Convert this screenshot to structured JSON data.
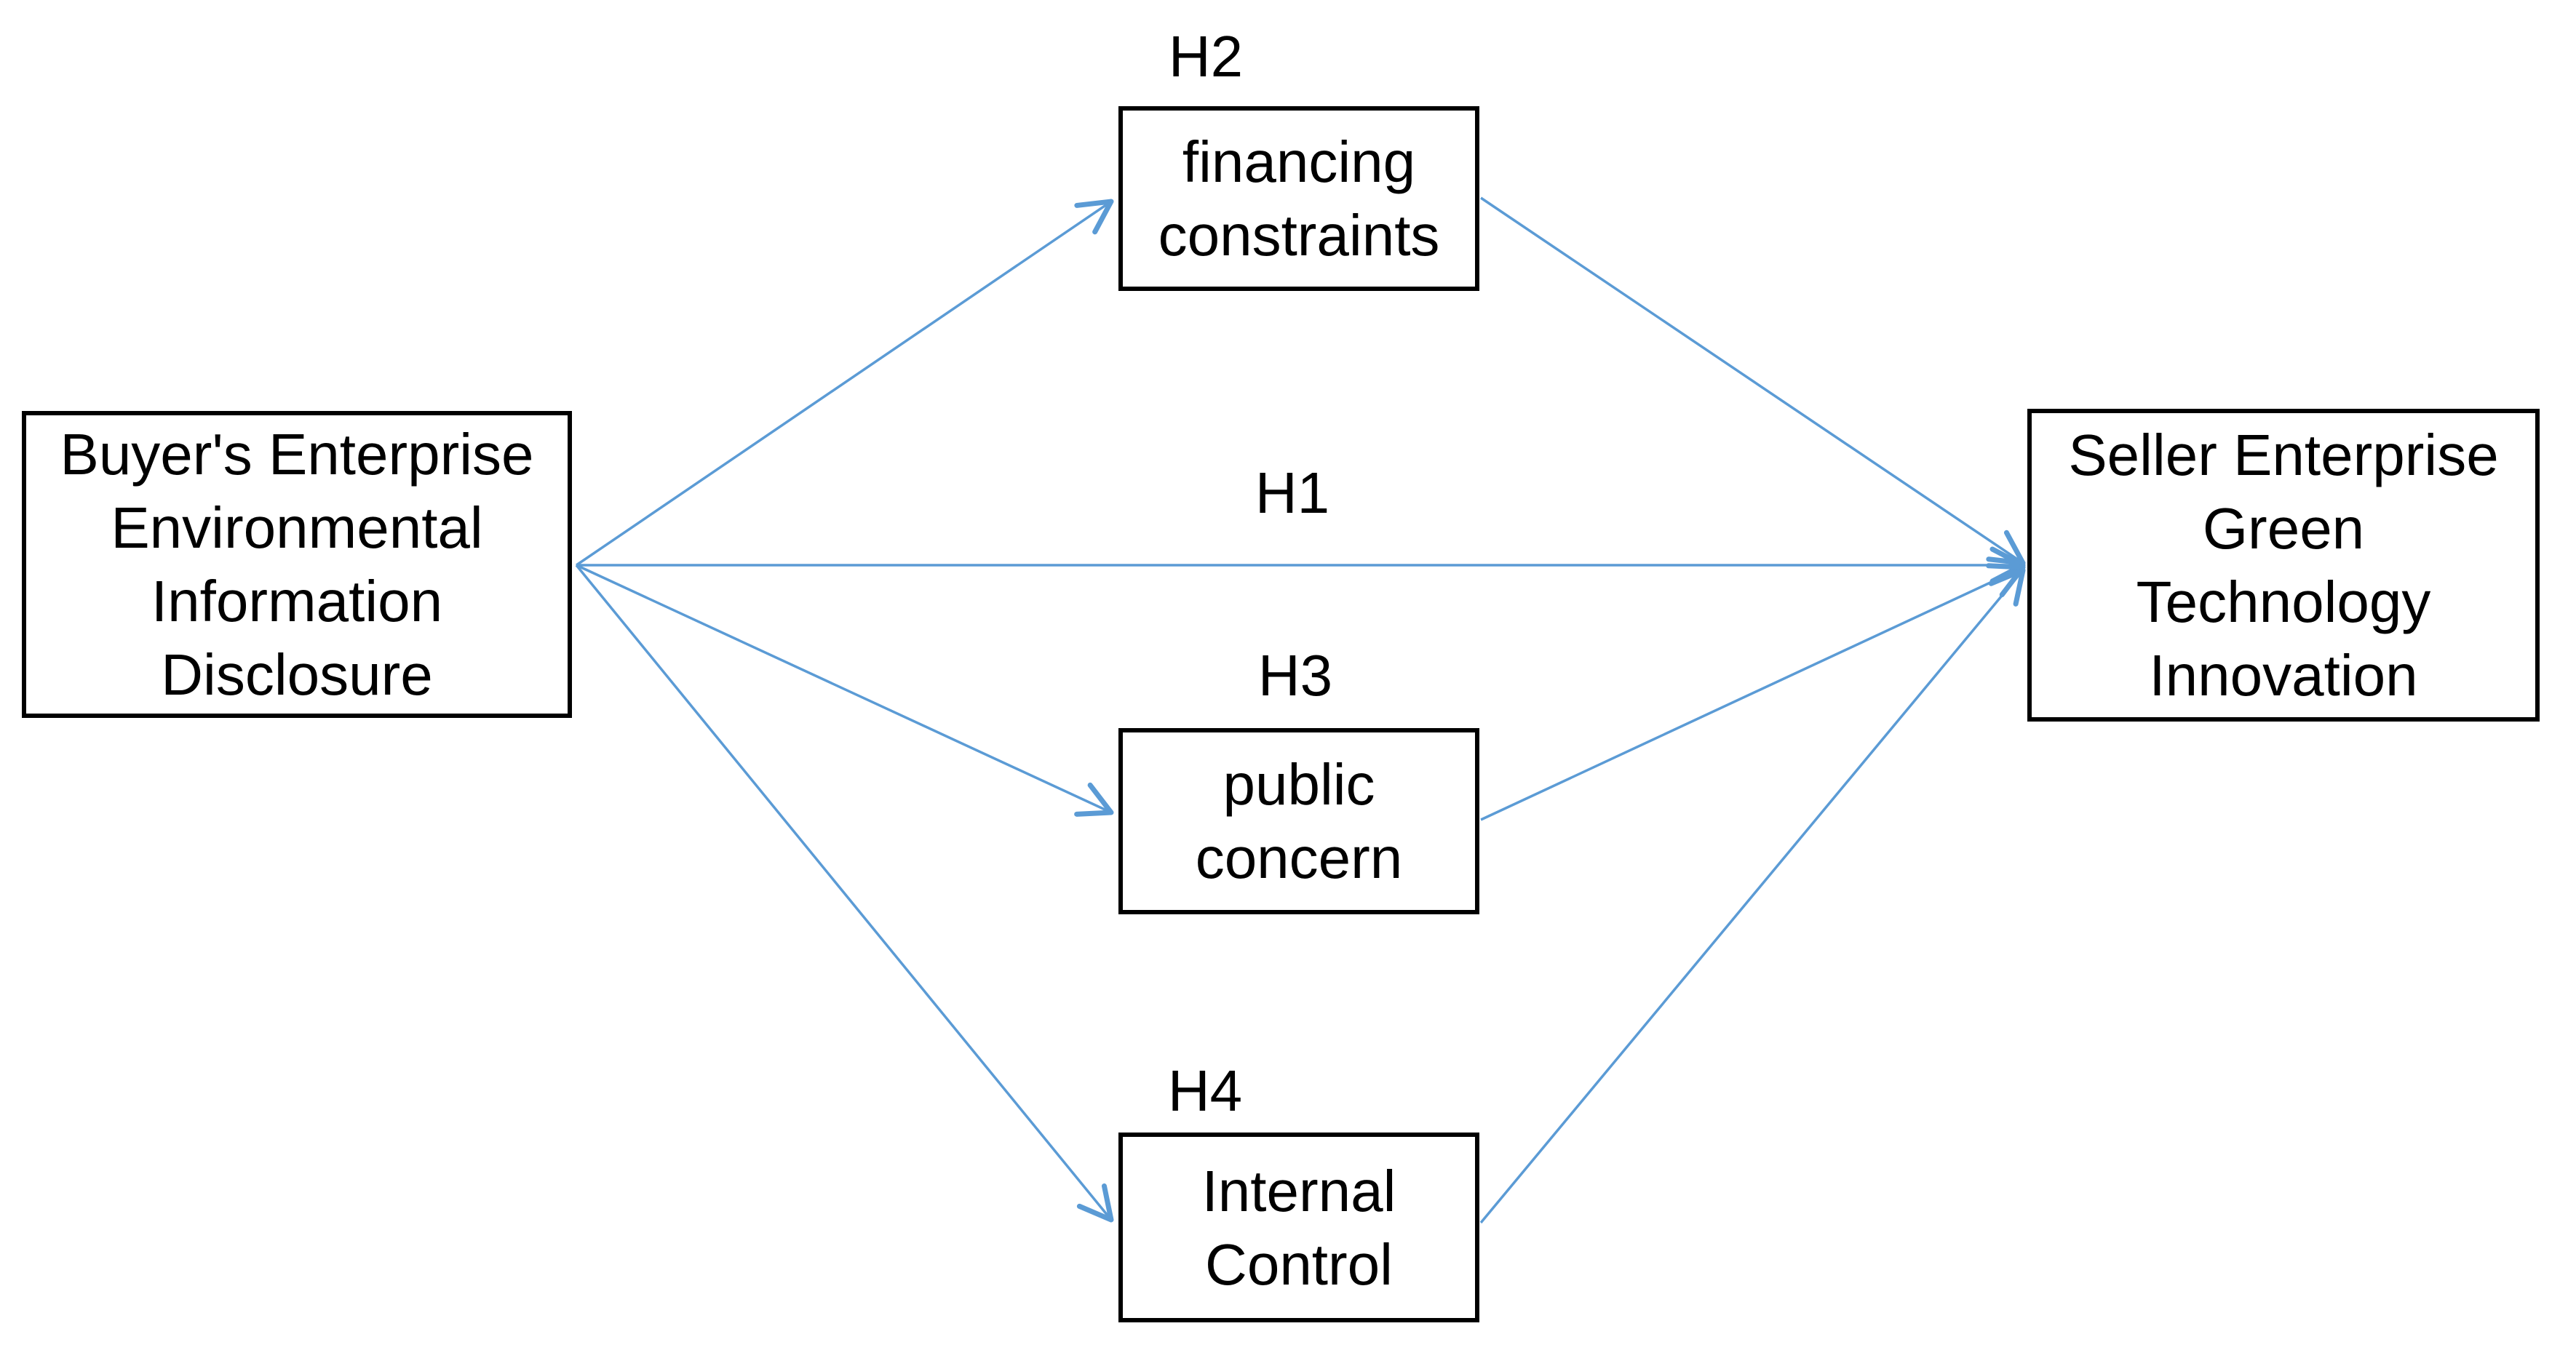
{
  "figure": {
    "background_color": "#ffffff",
    "arrow_color": "#5b9bd5",
    "box_border_color": "#000000",
    "text_color": "#000000"
  },
  "nodes": {
    "buyer": {
      "label": "Buyer's Enterprise\nEnvironmental\nInformation\nDisclosure"
    },
    "financing": {
      "label": "financing\nconstraints"
    },
    "public": {
      "label": "public\nconcern"
    },
    "internal": {
      "label": "Internal\nControl"
    },
    "seller": {
      "label": "Seller Enterprise\nGreen\nTechnology\nInnovation"
    }
  },
  "hypotheses": {
    "h1": "H1",
    "h2": "H2",
    "h3": "H3",
    "h4": "H4"
  },
  "edges": [
    {
      "from": "buyer",
      "to": "seller",
      "hypothesis": "H1"
    },
    {
      "from": "buyer",
      "to": "financing",
      "hypothesis": "H2"
    },
    {
      "from": "financing",
      "to": "seller",
      "hypothesis": "H2"
    },
    {
      "from": "buyer",
      "to": "public",
      "hypothesis": "H3"
    },
    {
      "from": "public",
      "to": "seller",
      "hypothesis": "H3"
    },
    {
      "from": "buyer",
      "to": "internal",
      "hypothesis": "H4"
    },
    {
      "from": "internal",
      "to": "seller",
      "hypothesis": "H4"
    }
  ]
}
